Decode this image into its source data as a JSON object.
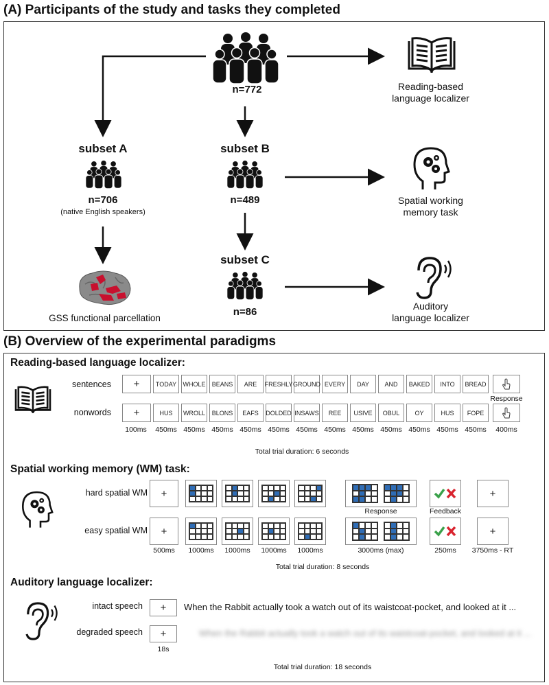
{
  "panel_a": {
    "title": "(A) Participants of the study and tasks they completed",
    "top_count": "n=772",
    "reading_task": [
      "Reading-based",
      "language localizer"
    ],
    "subset_a": {
      "label": "subset A",
      "count": "n=706",
      "note": "(native English speakers)"
    },
    "subset_b": {
      "label": "subset B",
      "count": "n=489"
    },
    "subset_c": {
      "label": "subset C",
      "count": "n=86"
    },
    "spatial_task": [
      "Spatial working",
      "memory task"
    ],
    "auditory_task": [
      "Auditory",
      "language localizer"
    ],
    "parcellation": "GSS functional parcellation"
  },
  "panel_b": {
    "title": "(B) Overview of the experimental paradigms",
    "reading": {
      "heading": "Reading-based language localizer:",
      "row1_label": "sentences",
      "row2_label": "nonwords",
      "sentence_words": [
        "+",
        "TODAY",
        "WHOLE",
        "BEANS",
        "ARE",
        "FRESHLY",
        "GROUND",
        "EVERY",
        "DAY",
        "AND",
        "BAKED",
        "INTO",
        "BREAD"
      ],
      "nonword_words": [
        "+",
        "HUS",
        "WROLL",
        "BLONS",
        "EAFS",
        "DOLDED",
        "INSAWS",
        "REE",
        "USIVE",
        "OBUL",
        "OY",
        "HUS",
        "FOPE"
      ],
      "response_label": "Response",
      "timings": [
        "100ms",
        "450ms",
        "450ms",
        "450ms",
        "450ms",
        "450ms",
        "450ms",
        "450ms",
        "450ms",
        "450ms",
        "450ms",
        "450ms",
        "450ms",
        "400ms"
      ],
      "total": "Total trial duration: 6 seconds"
    },
    "wm": {
      "heading": "Spatial working memory (WM) task:",
      "row1_label": "hard spatial WM",
      "row2_label": "easy spatial WM",
      "fixation": "+",
      "response_label": "Response",
      "feedback_label": "Feedback",
      "timings": [
        "500ms",
        "1000ms",
        "1000ms",
        "1000ms",
        "1000ms",
        "3000ms (max)",
        "250ms",
        "3750ms - RT"
      ],
      "total": "Total trial duration: 8 seconds"
    },
    "auditory": {
      "heading": "Auditory language localizer:",
      "row1_label": "intact speech",
      "row2_label": "degraded speech",
      "fixation": "+",
      "intact_text": "When the Rabbit actually took a watch out of its waistcoat-pocket, and looked at it ...",
      "timing": "18s",
      "total": "Total trial duration: 18 seconds"
    }
  },
  "colors": {
    "accent_blue": "#2f6db6",
    "brain_red": "#c8102e",
    "check_green": "#3aa14a",
    "cross_red": "#d9232e"
  }
}
